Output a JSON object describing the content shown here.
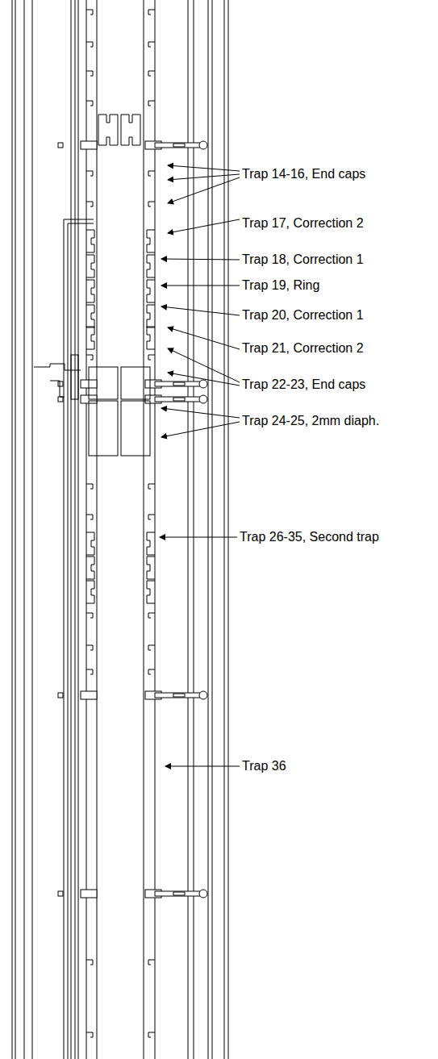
{
  "diagram": {
    "labels": [
      "Trap 14-16, End caps",
      "Trap 17, Correction 2",
      "Trap 18, Correction 1",
      "Trap 19, Ring",
      "Trap 20, Correction 1",
      "Trap 21, Correction 2",
      "Trap 22-23, End caps",
      "Trap 24-25, 2mm diaph.",
      "Trap 26-35, Second trap",
      "Trap 36"
    ]
  }
}
